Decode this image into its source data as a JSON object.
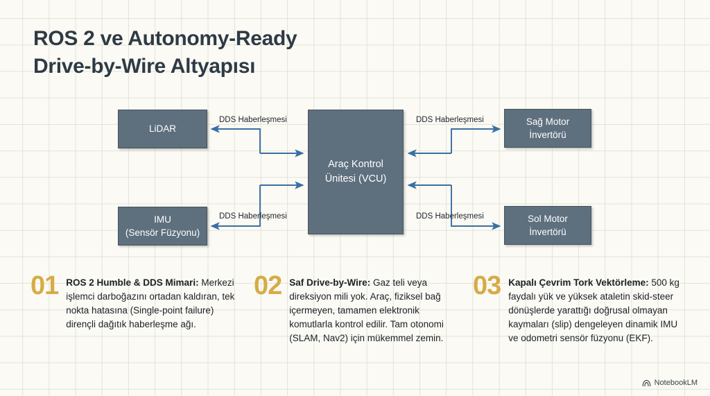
{
  "title": "ROS 2 ve Autonomy-Ready\nDrive-by-Wire Altyapısı",
  "diagram": {
    "nodes": {
      "lidar": "LiDAR",
      "imu": "IMU\n(Sensör Füzyonu)",
      "vcu": "Araç Kontrol\nÜnitesi (VCU)",
      "right_motor": "Sağ Motor\nİnvertörü",
      "left_motor": "Sol Motor\nİnvertörü"
    },
    "edge_labels": {
      "top_left": "DDS Haberleşmesi",
      "bottom_left": "DDS Haberleşmesi",
      "top_right": "DDS Haberleşmesi",
      "bottom_right": "DDS Haberleşmesi"
    },
    "colors": {
      "node_fill": "#5e6f7e",
      "node_border": "#46535f",
      "arrow": "#3b6ea5",
      "node_text": "#ffffff"
    }
  },
  "items": [
    {
      "number": "01",
      "heading": "ROS 2 Humble & DDS Mimari:",
      "text": "Merkezi işlemci darboğazını ortadan kaldıran, tek nokta hatasına (Single-point failure) dirençli dağıtık haberleşme ağı."
    },
    {
      "number": "02",
      "heading": "Saf Drive-by-Wire:",
      "text": "Gaz teli veya direksiyon mili yok. Araç, fiziksel bağ içermeyen, tamamen elektronik komutlarla kontrol edilir. Tam otonomi (SLAM, Nav2) için mükemmel zemin."
    },
    {
      "number": "03",
      "heading": "Kapalı Çevrim Tork Vektörleme:",
      "text": "500 kg faydalı yük ve yüksek ataletin skid-steer dönüşlerde yarattığı doğrusal olmayan kaymaları (slip) dengeleyen dinamik IMU ve odometri sensör füzyonu (EKF)."
    }
  ],
  "watermark": {
    "label": "NotebookLM",
    "icon": "notebooklm-icon"
  },
  "theme": {
    "background": "#fbfaf4",
    "grid_line": "#cbd3c4",
    "title_color": "#2e3a45",
    "accent_number": "#d6ab48",
    "body_text": "#1c2126"
  }
}
